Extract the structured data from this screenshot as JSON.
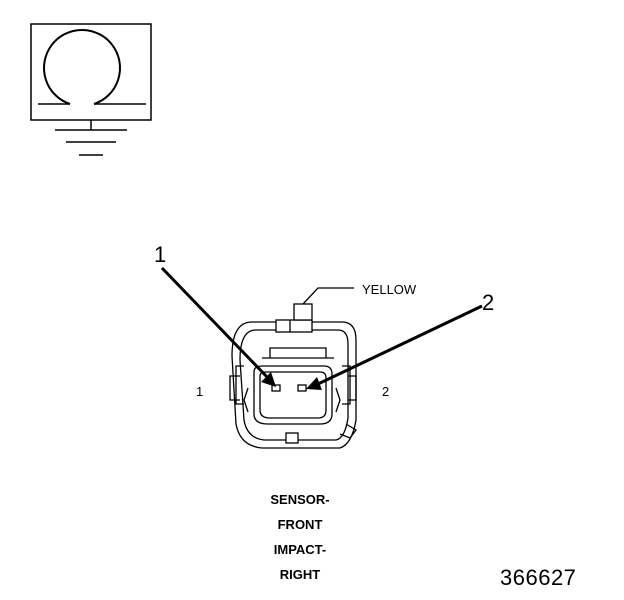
{
  "symbol": {
    "name": "ohmmeter-with-ground",
    "icon": "ohm-icon"
  },
  "connector": {
    "color_label": "YELLOW",
    "pin_labels": [
      "1",
      "2"
    ],
    "callouts": [
      "1",
      "2"
    ]
  },
  "caption": {
    "lines": [
      "SENSOR-",
      "FRONT",
      "IMPACT-",
      "RIGHT"
    ]
  },
  "figure_number": "366627"
}
